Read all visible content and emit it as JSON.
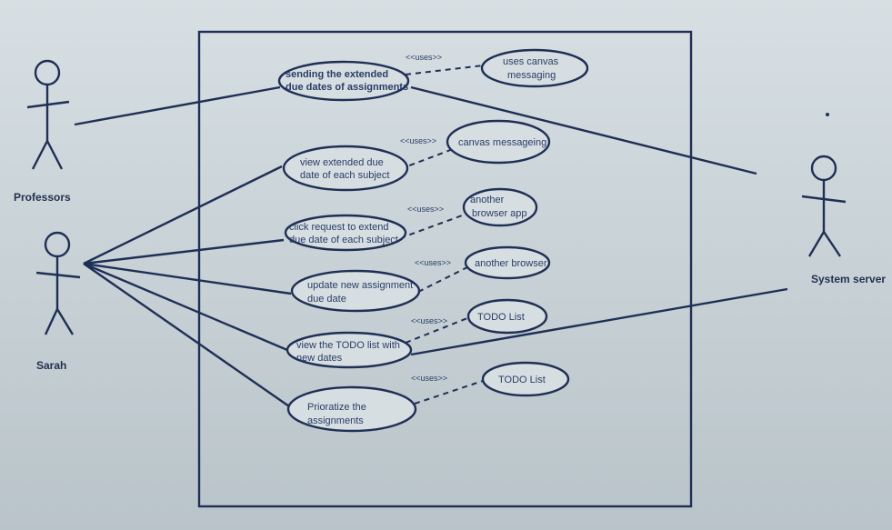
{
  "actors": {
    "professors": "Professors",
    "sarah": "Sarah",
    "system": "System server"
  },
  "use_cases": {
    "uc1": [
      "sending the extended",
      "due dates of assignments"
    ],
    "uc2": [
      "view extended due",
      "date of each subject"
    ],
    "uc3": [
      "click request to extend",
      "due date of each subject"
    ],
    "uc4": [
      "update new assignment",
      "due date"
    ],
    "uc5": [
      "view the TODO list with",
      "new dates"
    ],
    "uc6": [
      "Prioratize the",
      "assignments"
    ]
  },
  "included": {
    "inc1": [
      "uses canvas",
      "messaging"
    ],
    "inc2": [
      "canvas messageing"
    ],
    "inc3": [
      "another",
      "browser app"
    ],
    "inc4": [
      "another browser"
    ],
    "inc5": [
      "TODO List"
    ],
    "inc6": [
      "TODO List"
    ]
  },
  "stereotype": "<<uses>>"
}
